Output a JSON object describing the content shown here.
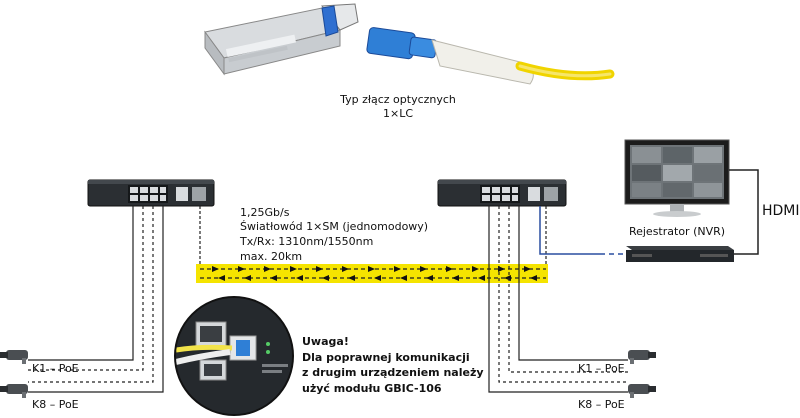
{
  "connector": {
    "caption_line1": "Typ złącz optycznych",
    "caption_line2": "1×LC"
  },
  "link": {
    "speed": "1,25Gb/s",
    "fiber": "Światłowód 1×SM (jednomodowy)",
    "txrx": "Tx/Rx: 1310nm/1550nm",
    "distance": "max. 20km"
  },
  "recorder": {
    "label": "Rejestrator (NVR)",
    "hdmi_label": "HDMI"
  },
  "cameras": {
    "left_top": "K1 – PoE",
    "left_bottom": "K8 – PoE",
    "right_top": "K1 – PoE",
    "right_bottom": "K8 – PoE"
  },
  "note": {
    "title": "Uwaga!",
    "line1": "Dla poprawnej komunikacji",
    "line2": "z drugim urządzeniem należy",
    "line3": "użyć modułu GBIC-106"
  },
  "colors": {
    "fiber_yellow": "#f5e400",
    "cable_blue": "#2a4fa0",
    "switch_body": "#2b2f33",
    "lc_blue": "#2f7fd6"
  }
}
